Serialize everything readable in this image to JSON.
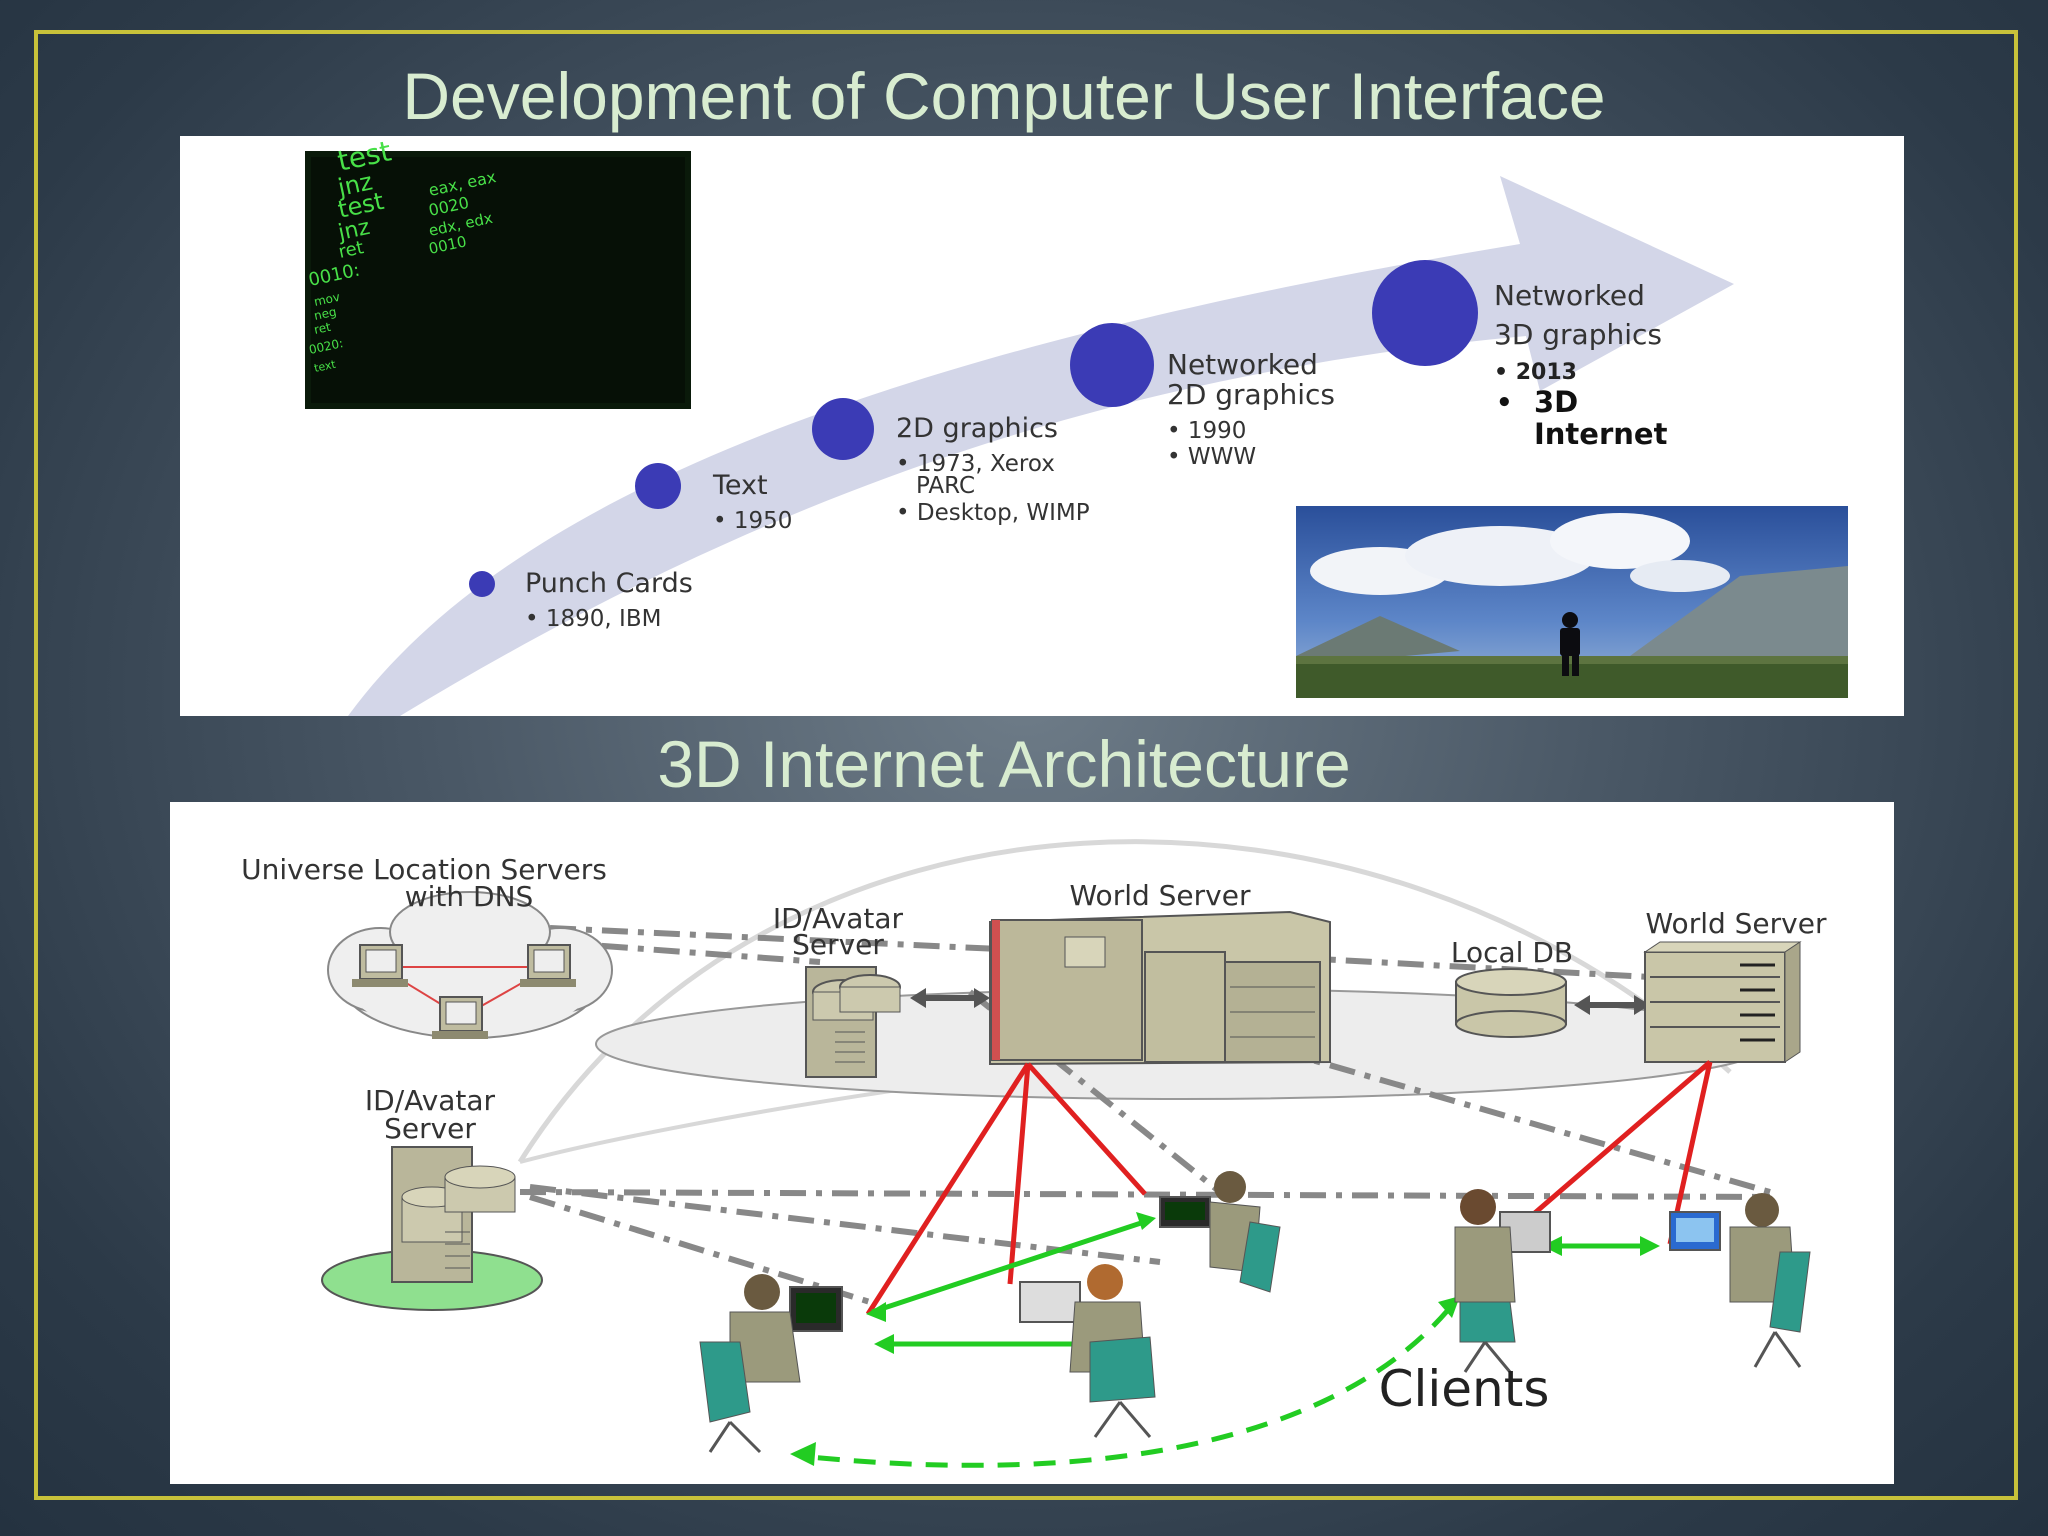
{
  "slide": {
    "title_top": "Development of Computer User Interface",
    "title_bottom": "3D Internet Architecture",
    "frame_color": "#c8c23a",
    "title_color": "#d8ecd0"
  },
  "timeline": {
    "milestones": [
      {
        "title": "Punch Cards",
        "bullets": [
          "• 1890, IBM"
        ]
      },
      {
        "title": "Text",
        "bullets": [
          "• 1950"
        ]
      },
      {
        "title": "2D graphics",
        "bullets": [
          "• 1973, Xerox",
          "PARC",
          "• Desktop, WIMP"
        ]
      },
      {
        "title_lines": [
          "Networked",
          "2D graphics"
        ],
        "bullets": [
          "• 1990",
          "• WWW"
        ]
      },
      {
        "title_lines": [
          "Networked",
          "3D graphics"
        ],
        "bullets": [
          "• 2013"
        ],
        "bold_item": [
          "3D",
          "Internet"
        ]
      }
    ],
    "code_image_text": [
      "test",
      "jnz",
      "test",
      "jnz",
      "ret",
      "0010:",
      "eax, eax",
      "0020",
      "edx, edx",
      "0010",
      "mov",
      "neg",
      "ret",
      "0020:",
      "text"
    ],
    "circle_color": "#3b3bb5",
    "arrow_color": "#d3d6e8"
  },
  "architecture": {
    "labels": {
      "uls": [
        "Universe Location Servers",
        "with DNS"
      ],
      "id_avatar_top": [
        "ID/Avatar",
        "Server"
      ],
      "world_server_1": "World Server",
      "world_server_2": "World Server",
      "local_db": "Local DB",
      "id_avatar_left": [
        "ID/Avatar",
        "Server"
      ],
      "clients": "Clients"
    },
    "link_colors": {
      "server_client": "#e02020",
      "client_client": "#22cc22"
    }
  }
}
